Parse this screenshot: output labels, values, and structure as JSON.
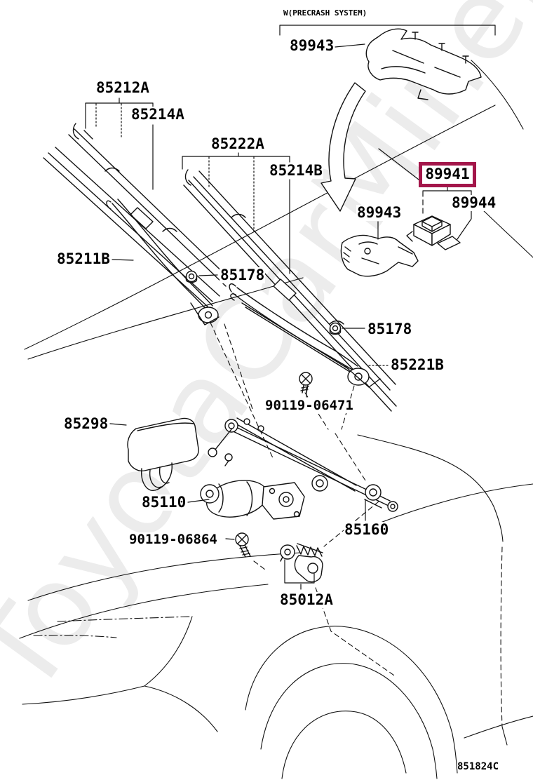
{
  "diagram": {
    "system_note": "W(PRECRASH SYSTEM)",
    "figure_code": "851824C",
    "watermark_text": "ToyotaCarMine.ru",
    "highlight_color": "#A3164A",
    "line_color": "#111111",
    "labels": [
      {
        "id": "89943-precrash-cover",
        "part_no": "89943",
        "highlighted": false
      },
      {
        "id": "85212A",
        "part_no": "85212A",
        "highlighted": false
      },
      {
        "id": "85214A",
        "part_no": "85214A",
        "highlighted": false
      },
      {
        "id": "85222A",
        "part_no": "85222A",
        "highlighted": false
      },
      {
        "id": "85214B",
        "part_no": "85214B",
        "highlighted": false
      },
      {
        "id": "89941-sensor",
        "part_no": "89941",
        "highlighted": true
      },
      {
        "id": "89944-spacer",
        "part_no": "89944",
        "highlighted": false
      },
      {
        "id": "89943-sensor-bracket",
        "part_no": "89943",
        "highlighted": false
      },
      {
        "id": "85211B",
        "part_no": "85211B",
        "highlighted": false
      },
      {
        "id": "85178-front",
        "part_no": "85178",
        "highlighted": false
      },
      {
        "id": "85178-rear",
        "part_no": "85178",
        "highlighted": false
      },
      {
        "id": "85221B",
        "part_no": "85221B",
        "highlighted": false
      },
      {
        "id": "90119-06471",
        "part_no": "90119-06471",
        "highlighted": false
      },
      {
        "id": "85298",
        "part_no": "85298",
        "highlighted": false
      },
      {
        "id": "85110",
        "part_no": "85110",
        "highlighted": false
      },
      {
        "id": "85160",
        "part_no": "85160",
        "highlighted": false
      },
      {
        "id": "90119-06864",
        "part_no": "90119-06864",
        "highlighted": false
      },
      {
        "id": "85012A",
        "part_no": "85012A",
        "highlighted": false
      }
    ]
  }
}
